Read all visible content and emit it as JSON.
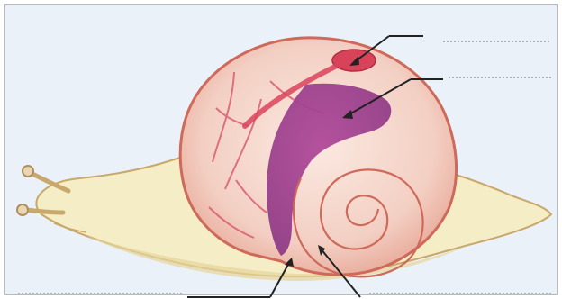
{
  "diagram": {
    "subject": "snail",
    "colors": {
      "background": "#eaf1f8",
      "body": "#f4edc6",
      "body_outline": "#c9a86c",
      "shell": "#f6d7cc",
      "shell_outline": "#cf6a5a",
      "mantle_region": "#a8418f",
      "heart_region": "#d9435a",
      "line": "#222222",
      "placeholder_dots": "#9a9a9a"
    },
    "labels": [
      {
        "id": "heart",
        "text": ""
      },
      {
        "id": "lung",
        "text": ""
      },
      {
        "id": "foot_opening",
        "text": ""
      },
      {
        "id": "shell_whorl",
        "text": ""
      }
    ]
  }
}
